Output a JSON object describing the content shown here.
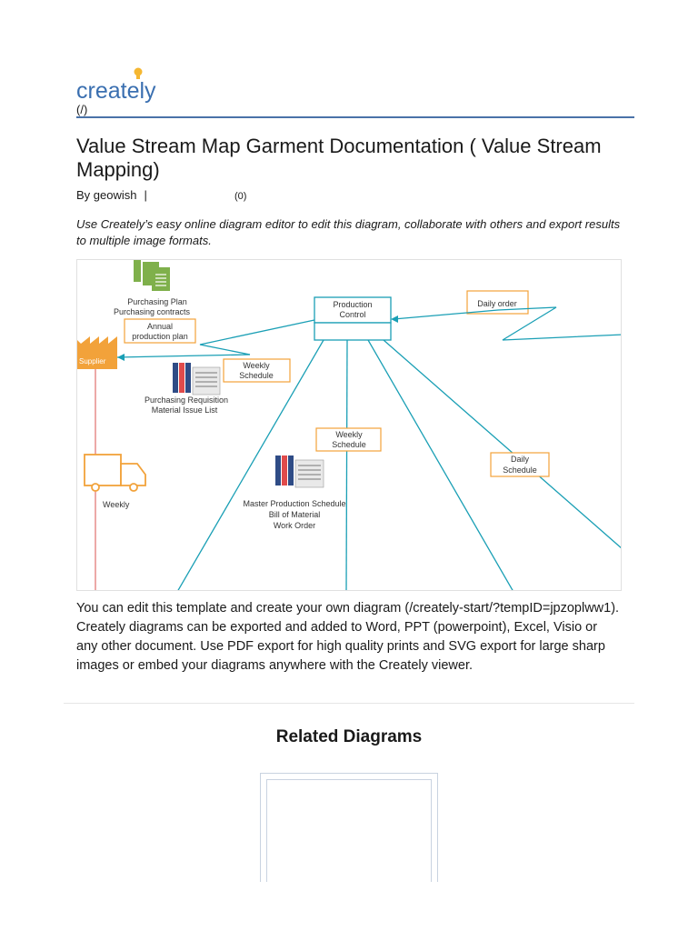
{
  "header": {
    "logo_text": "creately",
    "logo_link": "(/)"
  },
  "page": {
    "title": "Value Stream Map Garment Documentation ( Value Stream Mapping)",
    "byline_prefix": "By geowish",
    "byline_separator": "|",
    "comment_count": "(0)",
    "intro": "Use Creately’s easy online diagram editor to edit this diagram, collaborate with others and export results to multiple image formats.",
    "body": "You can edit this template and create your own diagram (/creately-start/?tempID=jpzoplww1). Creately diagrams can be exported and added to Word, PPT (powerpoint), Excel, Visio or any other document. Use PDF export for high quality prints and SVG export for large sharp images or embed your diagrams anywhere with the Creately viewer."
  },
  "diagram": {
    "purchasing_plan": "Purchasing Plan",
    "purchasing_contracts": "Purchasing contracts",
    "annual_line1": "Annual",
    "annual_line2": "production plan",
    "supplier": "Supplier",
    "weekly_schedule_1_l1": "Weekly",
    "weekly_schedule_1_l2": "Schedule",
    "purchasing_requisition": "Purchasing Requisition",
    "material_issue_list": "Material Issue List",
    "production_control_l1": "Production",
    "production_control_l2": "Control",
    "daily_order": "Daily order",
    "weekly_schedule_2_l1": "Weekly",
    "weekly_schedule_2_l2": "Schedule",
    "daily_schedule_l1": "Daily",
    "daily_schedule_l2": "Schedule",
    "truck_label": "Weekly",
    "master_production_schedule": "Master Production Schedule",
    "bill_of_material": "Bill of Material",
    "work_order": "Work Order"
  },
  "related": {
    "title": "Related Diagrams"
  },
  "colors": {
    "brand_blue": "#3a6fb0",
    "logo_yellow": "#f5b731",
    "divider_blue": "#4a72a8",
    "teal": "#1a9fb5",
    "orange": "#f2a23a",
    "green": "#7fb04b",
    "red_line": "#d9534f"
  },
  "icons": [
    "lightbulb-icon",
    "document-stack-icon",
    "factory-icon",
    "binders-icon",
    "truck-icon"
  ]
}
